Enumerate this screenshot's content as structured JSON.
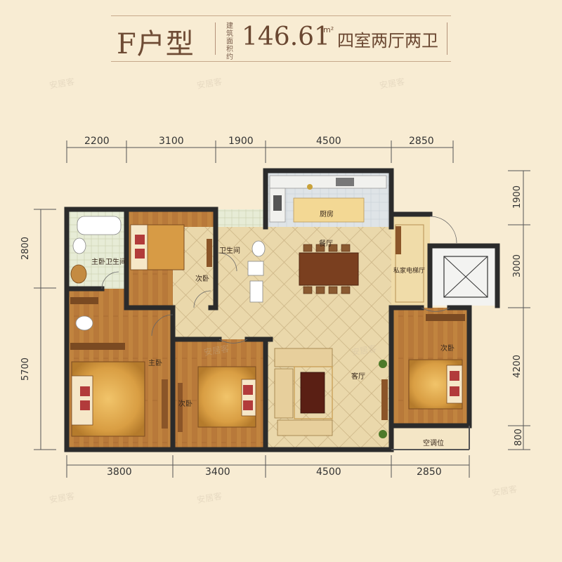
{
  "title": {
    "plan_name": "F户型",
    "area_label_vertical": "建筑面积约",
    "area_value": "146.61",
    "area_unit": "m²",
    "layout_desc": "四室两厅两卫"
  },
  "dimensions": {
    "top": [
      "2200",
      "3100",
      "1900",
      "4500",
      "2850"
    ],
    "bottom": [
      "3800",
      "3400",
      "4500",
      "2850"
    ],
    "left": [
      "2800",
      "5700"
    ],
    "right": [
      "1900",
      "3000",
      "4200",
      "800"
    ]
  },
  "rooms": {
    "master_bath": "主卧卫生间",
    "bedroom_tl": "次卧",
    "bathroom": "卫生间",
    "kitchen": "厨房",
    "dining": "餐厅",
    "private_elevator": "私家电梯厅",
    "living": "客厅",
    "master_bedroom": "主卧",
    "bedroom_bottom": "次卧",
    "bedroom_right": "次卧",
    "ac_space": "空调位"
  },
  "watermark_text": "安居客",
  "colors": {
    "background": "#f8ecd3",
    "wall": "#2b2b2b",
    "wood_floor": "#b97a3b",
    "tile_floor": "#e9d6a8",
    "kitchen_floor": "#dfe3e6",
    "title_text": "#6a4731"
  }
}
